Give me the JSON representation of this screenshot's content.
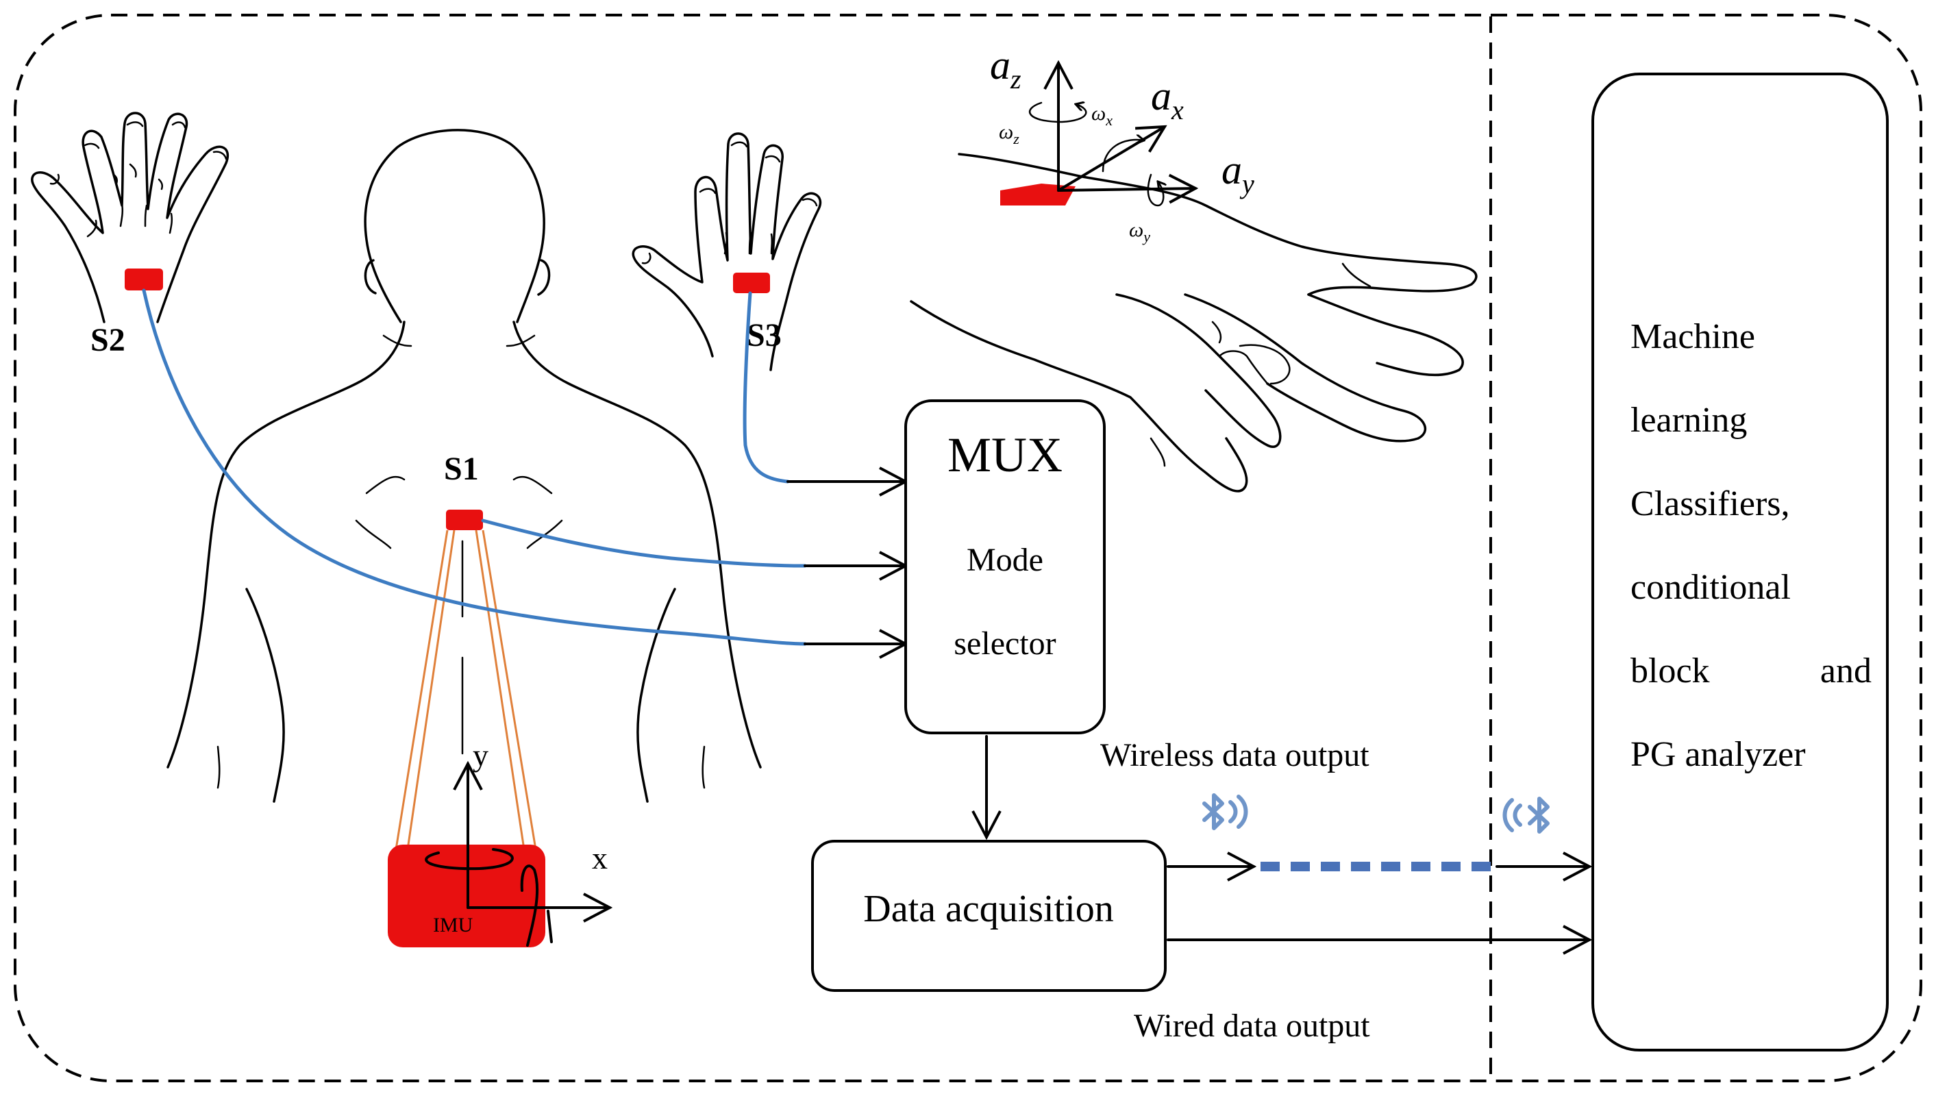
{
  "sensors": {
    "s1": "S1",
    "s2": "S2",
    "s3": "S3",
    "imu": "IMU"
  },
  "imu_axes": {
    "x": "x",
    "y": "y"
  },
  "hand_axes": {
    "az": "a",
    "az_sub": "z",
    "ax": "a",
    "ax_sub": "x",
    "ay": "a",
    "ay_sub": "y",
    "wz": "ω",
    "wz_sub": "z",
    "wx": "ω",
    "wx_sub": "x",
    "wy": "ω",
    "wy_sub": "y"
  },
  "mux": {
    "title": "MUX",
    "subtitle_line1": "Mode",
    "subtitle_line2": "selector"
  },
  "data_acquisition": "Data acquisition",
  "wireless_label": "Wireless data output",
  "wired_label": "Wired data output",
  "analyzer": {
    "line1": "Machine",
    "line2": "learning",
    "line3": "Classifiers,",
    "line4": "conditional",
    "line5a": "block",
    "line5b": "and",
    "line6": "PG analyzer"
  },
  "colors": {
    "sensor_red": "#e81010",
    "wire_blue": "#3d7cc2",
    "bluetooth_blue": "#6f95c9",
    "fov_orange": "#e0803a"
  }
}
